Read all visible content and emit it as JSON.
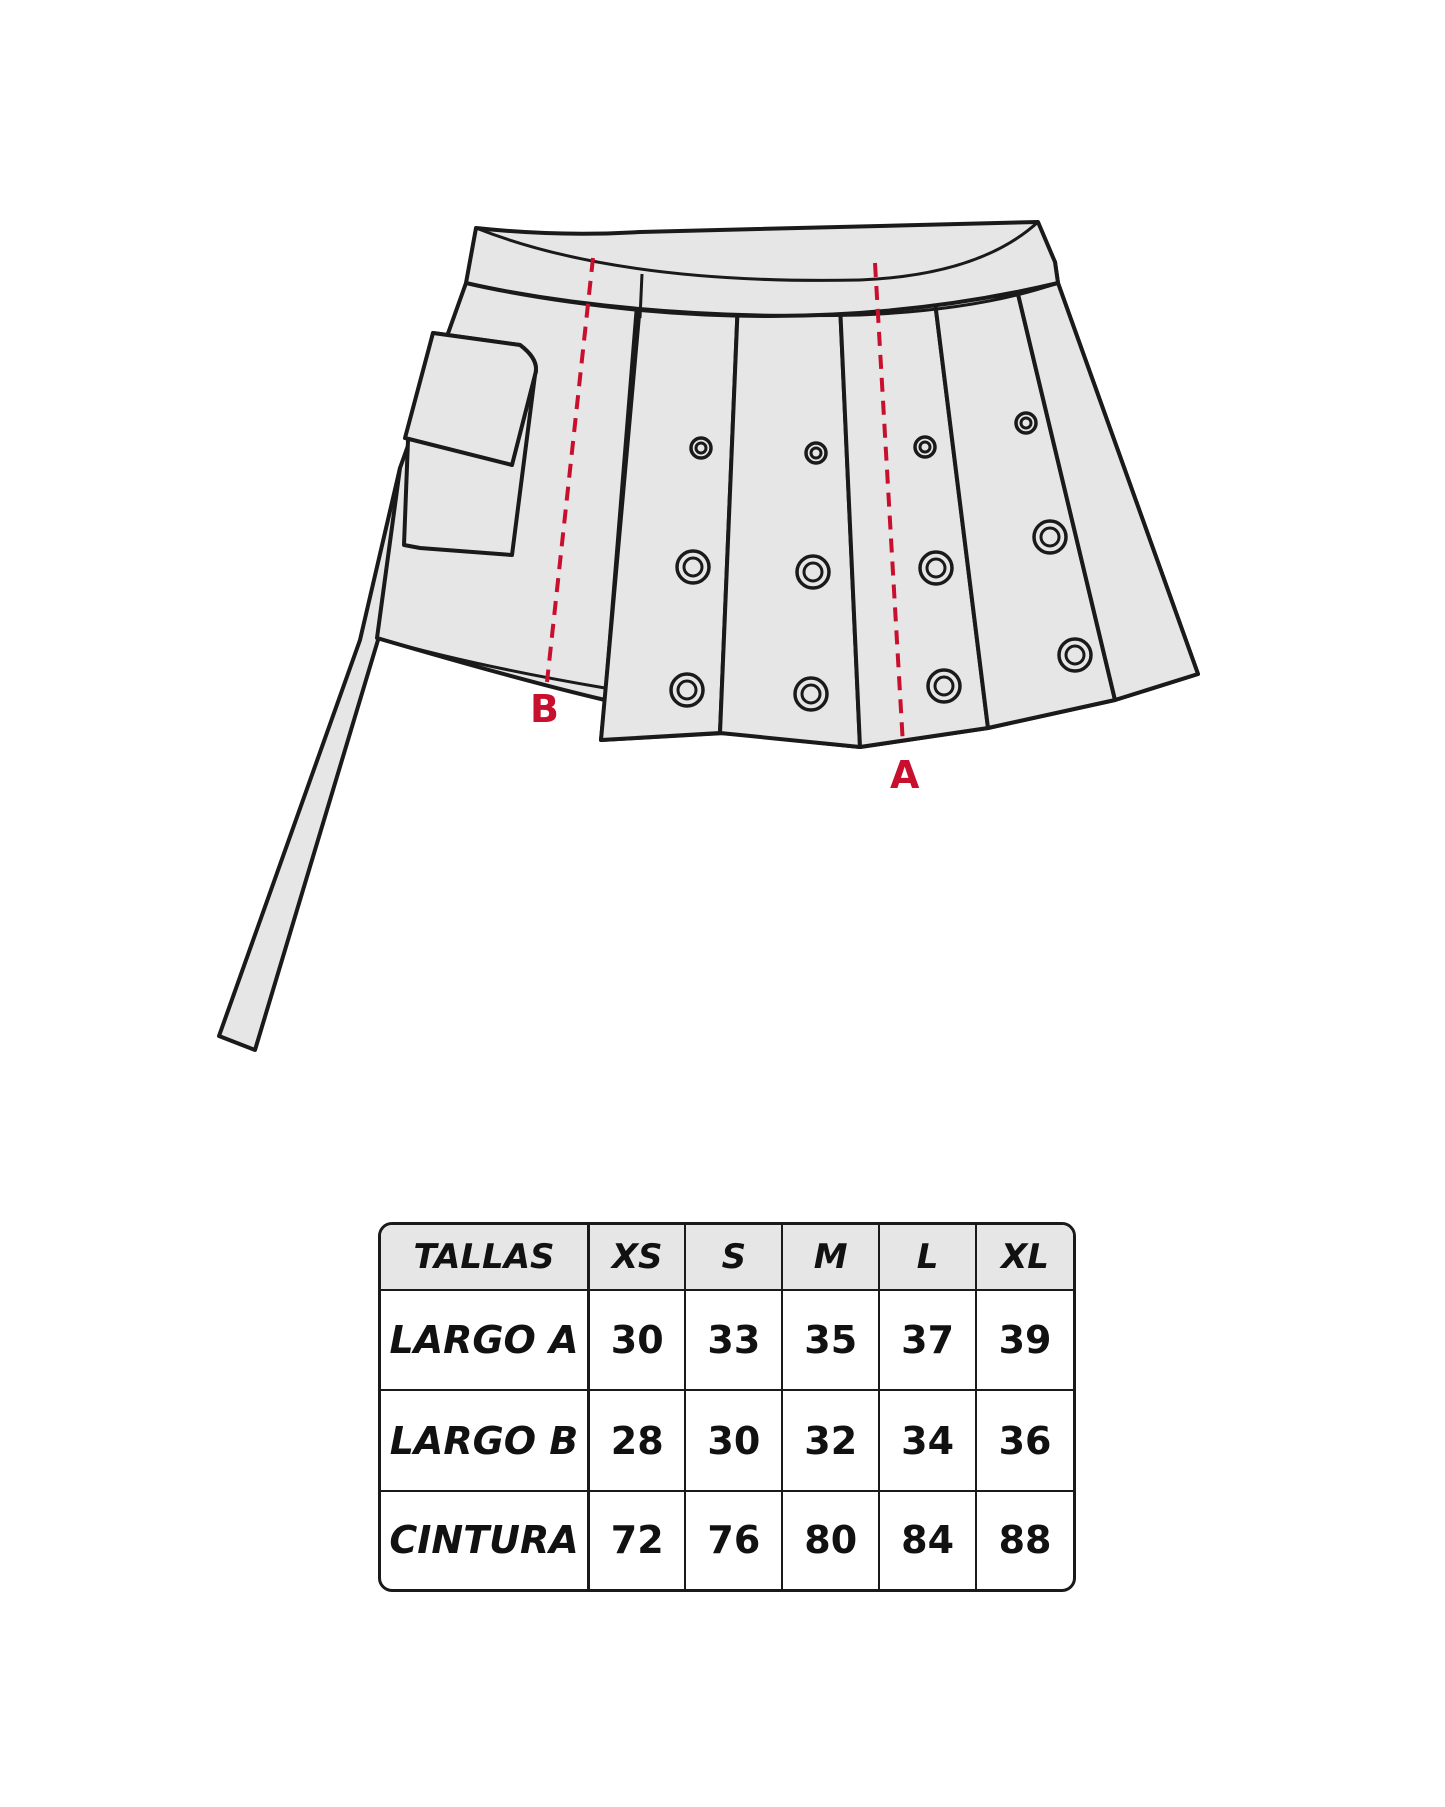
{
  "diagram": {
    "marker_a": "A",
    "marker_b": "B",
    "colors": {
      "fabric": "#e6e6e6",
      "outline": "#1a1a1a",
      "measure_line": "#c8102e"
    }
  },
  "size_table": {
    "header": {
      "label": "TALLAS",
      "sizes": [
        "XS",
        "S",
        "M",
        "L",
        "XL"
      ]
    },
    "rows": [
      {
        "label": "LARGO A",
        "values": [
          "30",
          "33",
          "35",
          "37",
          "39"
        ]
      },
      {
        "label": "LARGO B",
        "values": [
          "28",
          "30",
          "32",
          "34",
          "36"
        ]
      },
      {
        "label": "CINTURA",
        "values": [
          "72",
          "76",
          "80",
          "84",
          "88"
        ]
      }
    ]
  }
}
